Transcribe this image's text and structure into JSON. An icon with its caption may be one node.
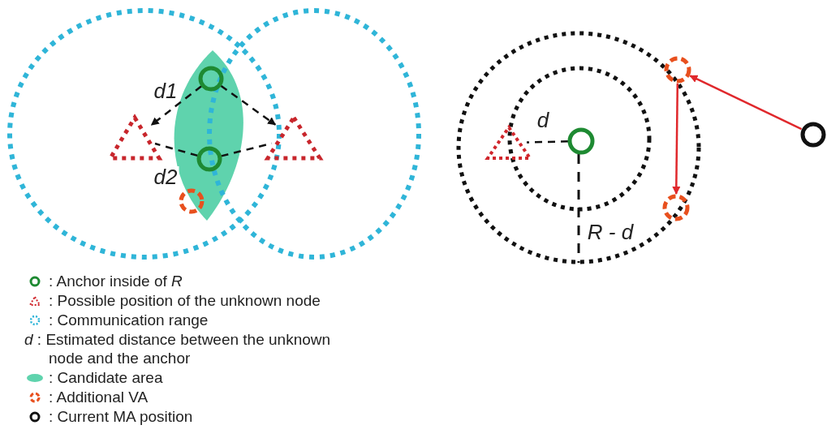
{
  "diagram": {
    "nodes": [
      {
        "text": [],
        "shape": "circle"
      },
      {
        "text": [],
        "shape": "circle"
      },
      {
        "text": [],
        "shape": "triangle"
      },
      {
        "text": [],
        "shape": "triangle"
      },
      {
        "text": [],
        "shape": "triangle"
      },
      {
        "text": [],
        "shape": "circle"
      },
      {
        "text": [],
        "shape": "circle"
      },
      {
        "text": [],
        "shape": "circle"
      },
      {
        "text": [],
        "shape": "circle"
      },
      {
        "text": [],
        "shape": "circle"
      }
    ],
    "edges": [
      {
        "from": 0,
        "to": 2,
        "arrow": "to",
        "label": "d1",
        "style": "dashed"
      },
      {
        "from": 1,
        "to": 2,
        "arrow": "none",
        "label": "d2",
        "style": "dashed"
      },
      {
        "from": 0,
        "to": 3,
        "arrow": "to",
        "style": "dashed"
      },
      {
        "from": 1,
        "to": 3,
        "arrow": "none",
        "style": "dashed"
      },
      {
        "from": 5,
        "to": 4,
        "arrow": "none",
        "label": "d",
        "style": "dashed"
      },
      {
        "from": 8,
        "to": 6,
        "arrow": "to",
        "color": "#e0282c"
      },
      {
        "from": 6,
        "to": 7,
        "arrow": "to",
        "color": "#e0282c"
      }
    ],
    "labels": [
      "R - d"
    ],
    "legend": [
      {
        "text": ": Anchor inside of *R*"
      },
      {
        "text": ": Possible position of the unknown node"
      },
      {
        "text": ": Communication range"
      },
      {
        "text": "*d* : Estimated distance between the unknown node and the anchor"
      },
      {
        "text": ": Candidate area",
        "color": "#5fd3ad"
      },
      {
        "text": ": Additional VA"
      },
      {
        "text": ": Current MA position"
      }
    ]
  }
}
